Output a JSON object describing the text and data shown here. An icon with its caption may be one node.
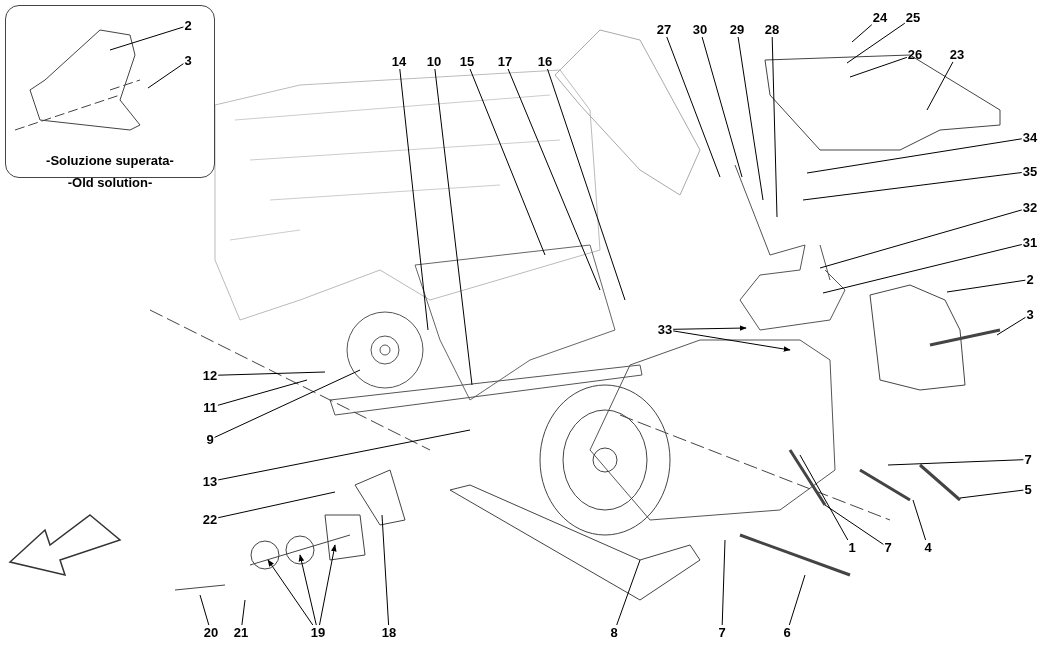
{
  "diagram": {
    "nodes": [
      {
        "text": [
          "-Soluzione superata-",
          "-Old solution-"
        ]
      },
      {
        "text": [
          "2"
        ],
        "in": 0
      },
      {
        "text": [
          "3"
        ],
        "in": 0
      },
      {
        "text": [
          "24"
        ]
      },
      {
        "text": [
          "25"
        ]
      },
      {
        "text": [
          "27"
        ]
      },
      {
        "text": [
          "30"
        ]
      },
      {
        "text": [
          "29"
        ]
      },
      {
        "text": [
          "28"
        ]
      },
      {
        "text": [
          "26"
        ]
      },
      {
        "text": [
          "23"
        ]
      },
      {
        "text": [
          "14"
        ]
      },
      {
        "text": [
          "10"
        ]
      },
      {
        "text": [
          "15"
        ]
      },
      {
        "text": [
          "17"
        ]
      },
      {
        "text": [
          "16"
        ]
      },
      {
        "text": [
          "34"
        ]
      },
      {
        "text": [
          "35"
        ]
      },
      {
        "text": [
          "32"
        ]
      },
      {
        "text": [
          "31"
        ]
      },
      {
        "text": [
          "2"
        ]
      },
      {
        "text": [
          "3"
        ]
      },
      {
        "text": [
          "33"
        ]
      },
      {
        "text": [
          "12"
        ]
      },
      {
        "text": [
          "11"
        ]
      },
      {
        "text": [
          "9"
        ]
      },
      {
        "text": [
          "13"
        ]
      },
      {
        "text": [
          "22"
        ]
      },
      {
        "text": [
          "7"
        ]
      },
      {
        "text": [
          "5"
        ]
      },
      {
        "text": [
          "1"
        ]
      },
      {
        "text": [
          "7"
        ]
      },
      {
        "text": [
          "4"
        ]
      },
      {
        "text": [
          "20"
        ]
      },
      {
        "text": [
          "21"
        ]
      },
      {
        "text": [
          "19"
        ]
      },
      {
        "text": [
          "18"
        ]
      },
      {
        "text": [
          "8"
        ]
      },
      {
        "text": [
          "7"
        ]
      },
      {
        "text": [
          "6"
        ]
      }
    ],
    "edges": [
      {
        "from": 1,
        "to": null,
        "arrow": "none"
      },
      {
        "from": 2,
        "to": null,
        "arrow": "none"
      },
      {
        "from": 3,
        "to": null,
        "arrow": "none"
      },
      {
        "from": 4,
        "to": null,
        "arrow": "none"
      },
      {
        "from": 5,
        "to": null,
        "arrow": "none"
      },
      {
        "from": 6,
        "to": null,
        "arrow": "none"
      },
      {
        "from": 7,
        "to": null,
        "arrow": "none"
      },
      {
        "from": 8,
        "to": null,
        "arrow": "none"
      },
      {
        "from": 9,
        "to": null,
        "arrow": "none"
      },
      {
        "from": 10,
        "to": null,
        "arrow": "none"
      },
      {
        "from": 11,
        "to": null,
        "arrow": "none"
      },
      {
        "from": 12,
        "to": null,
        "arrow": "none"
      },
      {
        "from": 13,
        "to": null,
        "arrow": "none"
      },
      {
        "from": 14,
        "to": null,
        "arrow": "none"
      },
      {
        "from": 15,
        "to": null,
        "arrow": "none"
      },
      {
        "from": 16,
        "to": null,
        "arrow": "none"
      },
      {
        "from": 17,
        "to": null,
        "arrow": "none"
      },
      {
        "from": 18,
        "to": null,
        "arrow": "none"
      },
      {
        "from": 19,
        "to": null,
        "arrow": "none"
      },
      {
        "from": 20,
        "to": null,
        "arrow": "none"
      },
      {
        "from": 21,
        "to": null,
        "arrow": "none"
      },
      {
        "from": 22,
        "to": null,
        "arrow": "to"
      },
      {
        "from": 22,
        "to": null,
        "arrow": "to"
      },
      {
        "from": 23,
        "to": null,
        "arrow": "none"
      },
      {
        "from": 24,
        "to": null,
        "arrow": "none"
      },
      {
        "from": 25,
        "to": null,
        "arrow": "none"
      },
      {
        "from": 26,
        "to": null,
        "arrow": "none"
      },
      {
        "from": 27,
        "to": null,
        "arrow": "none"
      },
      {
        "from": 28,
        "to": null,
        "arrow": "none"
      },
      {
        "from": 29,
        "to": null,
        "arrow": "none"
      },
      {
        "from": 30,
        "to": null,
        "arrow": "none"
      },
      {
        "from": 31,
        "to": null,
        "arrow": "none"
      },
      {
        "from": 32,
        "to": null,
        "arrow": "none"
      },
      {
        "from": 33,
        "to": null,
        "arrow": "none"
      },
      {
        "from": 34,
        "to": null,
        "arrow": "none"
      },
      {
        "from": 35,
        "to": null,
        "arrow": "to"
      },
      {
        "from": 35,
        "to": null,
        "arrow": "to"
      },
      {
        "from": 35,
        "to": null,
        "arrow": "to"
      },
      {
        "from": 36,
        "to": null,
        "arrow": "none"
      },
      {
        "from": 37,
        "to": null,
        "arrow": "none"
      },
      {
        "from": 38,
        "to": null,
        "arrow": "none"
      },
      {
        "from": 39,
        "to": null,
        "arrow": "none"
      }
    ]
  }
}
